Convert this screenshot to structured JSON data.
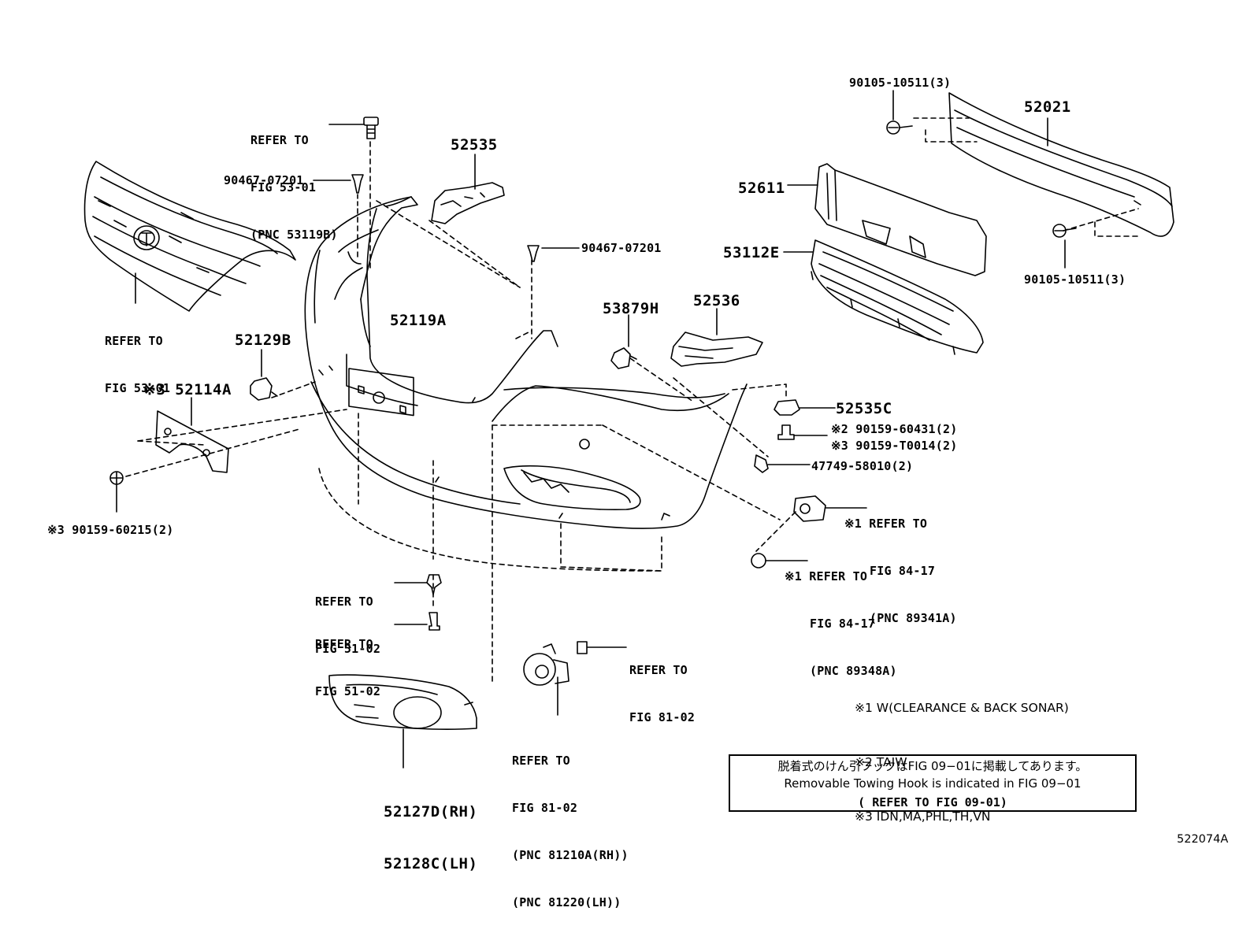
{
  "parts": {
    "refer_grille_bolt": [
      "REFER TO",
      "FIG 53-01",
      "(PNC 53119B)"
    ],
    "clip_90467_left": "90467-07201",
    "grille_refer": [
      "REFER TO",
      "FIG 53-01"
    ],
    "p52535": "52535",
    "clip_90467_right": "90467-07201",
    "p52119A": "52119A",
    "p52129B": "52129B",
    "p52114A": "※3 52114A",
    "screw_90159_60215": "※3 90159-60215(2)",
    "refer_51_02_a": [
      "REFER TO",
      "FIG 51-02"
    ],
    "refer_51_02_b": [
      "REFER TO",
      "FIG 51-02"
    ],
    "bezel": [
      "52127D(RH)",
      "52128C(LH)"
    ],
    "fog_lamp_refer": [
      "REFER TO",
      "FIG 81-02",
      "(PNC 81210A(RH))",
      "(PNC 81220(LH))"
    ],
    "fog_bulb_refer": [
      "REFER TO",
      "FIG 81-02"
    ],
    "bolt_90105_top": "90105-10511(3)",
    "p52021": "52021",
    "p52611": "52611",
    "p53112E": "53112E",
    "bolt_90105_bottom": "90105-10511(3)",
    "p53879H": "53879H",
    "p52536": "52536",
    "p52535C": "52535C",
    "screw_90159_60431": "※2 90159-60431(2)",
    "screw_90159_T0014": "※3 90159-T0014(2)",
    "clip_47749": "47749-58010(2)",
    "sonar_89341A": [
      "※1 REFER TO",
      "FIG 84-17",
      "(PNC 89341A)"
    ],
    "sonar_89348A": [
      "※1 REFER TO",
      "FIG 84-17",
      "(PNC 89348A)"
    ]
  },
  "notes": [
    "※1 W(CLEARANCE & BACK SONAR)",
    "※2 TAIW",
    "※3 IDN,MA,PHL,TH,VN"
  ],
  "notice": {
    "japanese": "脱着式のけん引フックはFIG 09−01に掲載してあります。",
    "english": "Removable Towing Hook is indicated in FIG  09−01",
    "refer": "( REFER TO FIG 09-01)"
  },
  "figure_id": "522074A"
}
